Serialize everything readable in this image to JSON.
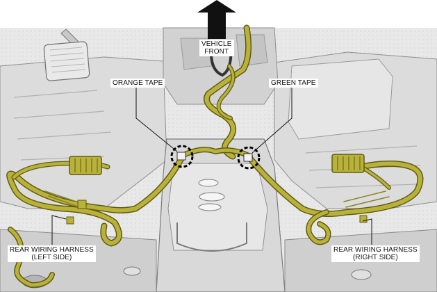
{
  "callouts": {
    "vehicle_front": {
      "line1": "VEHICLE",
      "line2": "FRONT"
    },
    "orange_tape": "ORANGE TAPE",
    "green_tape": "GREEN TAPE",
    "rear_left": {
      "line1": "REAR WIRING HARNESS",
      "line2": "(LEFT SIDE)"
    },
    "rear_right": {
      "line1": "REAR WIRING HARNESS",
      "line2": "(RIGHT SIDE)"
    }
  },
  "colors": {
    "harness": "#b9b23a",
    "harness_dark": "#5f5a12",
    "body_light": "#e4e4e4",
    "body_mid": "#c8c8c8",
    "body_dark": "#8e8e8e",
    "arrow": "#111111"
  }
}
